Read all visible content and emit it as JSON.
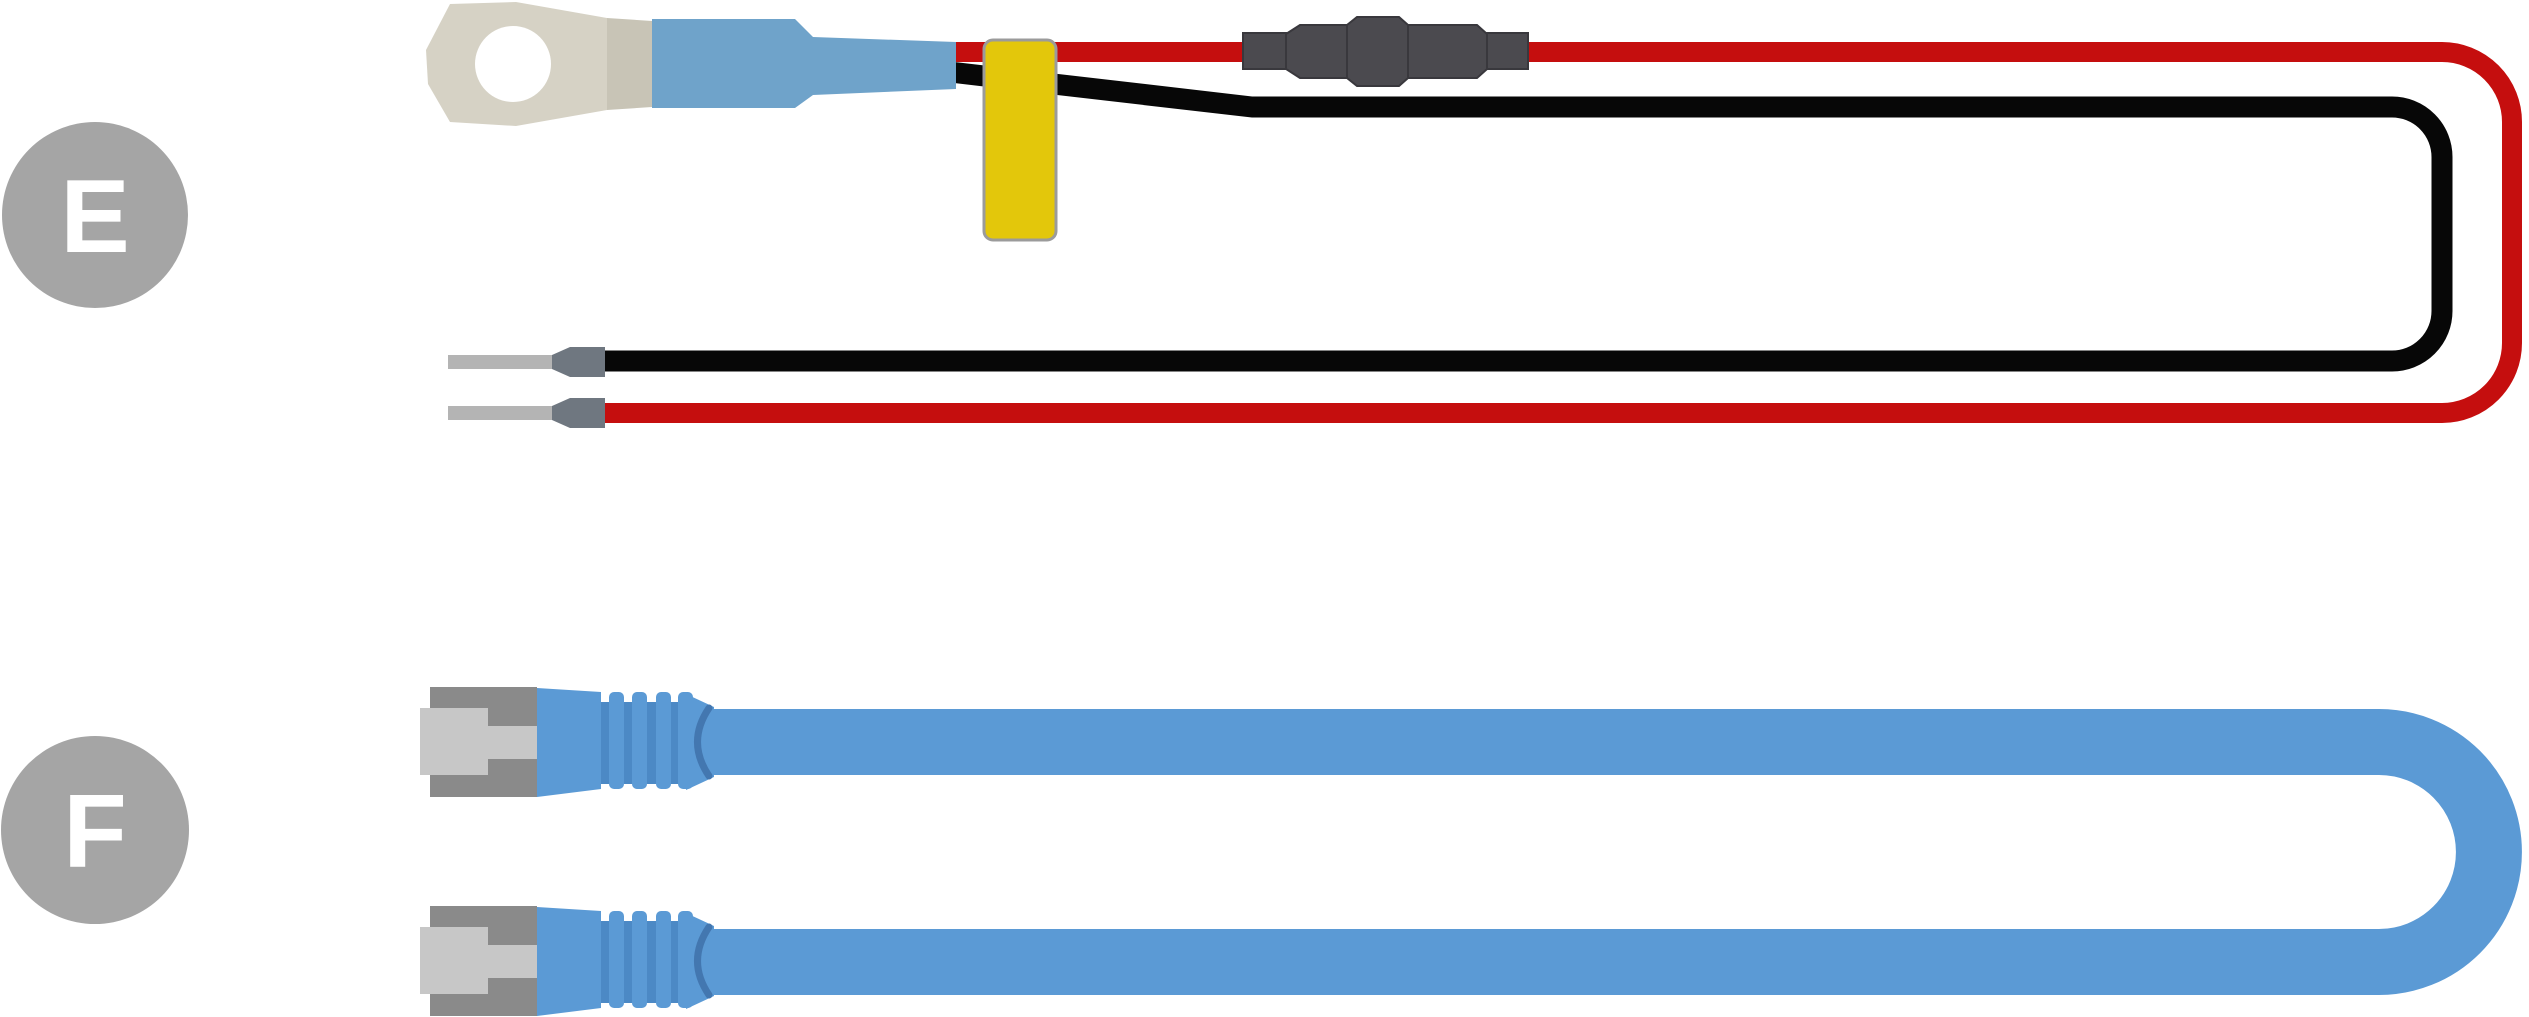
{
  "figure": {
    "title": "cable-parts-diagram",
    "items": [
      {
        "label": "E",
        "name": "dc-power-cable",
        "parts": [
          "ring-terminal",
          "blue-crimp-sleeve",
          "yellow-cable-tag",
          "inline-fuse-holder",
          "red-positive-wire",
          "black-negative-wire",
          "wire-ferrule-black",
          "wire-ferrule-red"
        ]
      },
      {
        "label": "F",
        "name": "rj45-network-cable",
        "parts": [
          "rj45-connector-top",
          "rj45-connector-bottom",
          "blue-cable-loop"
        ]
      }
    ]
  },
  "colors": {
    "background": "#FFFFFF",
    "badge": "#A5A5A5",
    "badge_text": "#FFFFFF",
    "red_wire": "#C50E0E",
    "black_wire": "#070707",
    "terminal_beige": "#D6D2C5",
    "terminal_beige_dark": "#C8C4B6",
    "crimp_blue": "#6FA3CA",
    "tag_yellow": "#E3C70B",
    "tag_border": "#9B9B9B",
    "fuse_gray": "#4B4A4F",
    "fuse_edge": "#39383D",
    "ferrule_pin": "#B4B4B4",
    "ferrule_collar": "#6F7780",
    "eth_blue": "#5B9AD5",
    "eth_blue_dark": "#4C89C5",
    "eth_crease": "#4377B0",
    "rj45_gray": "#8A8A8A",
    "rj45_light": "#C7C7C7"
  }
}
